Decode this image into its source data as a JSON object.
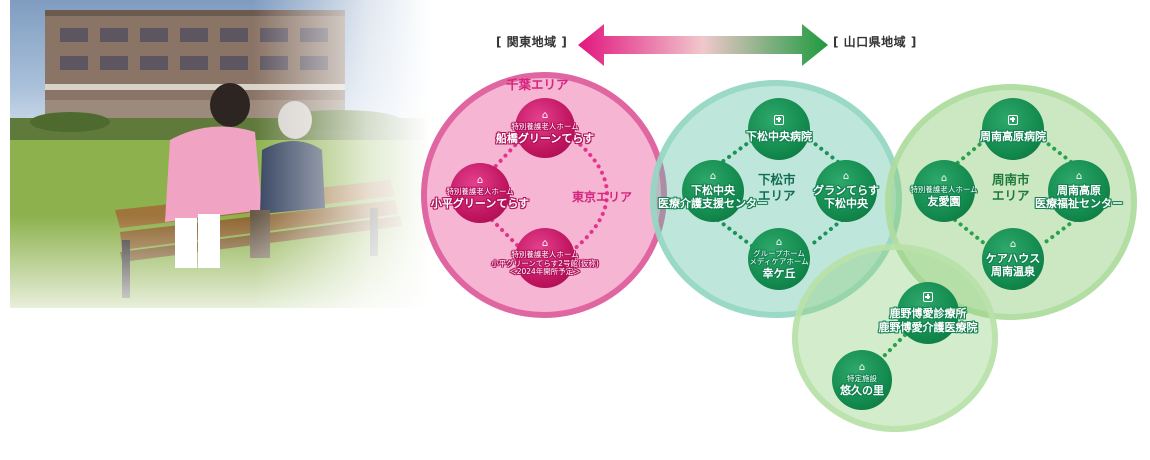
{
  "regions": {
    "left": "[ 関東地域 ]",
    "right": "[ 山口県地域 ]"
  },
  "colors": {
    "pink_accent": "#e066a2",
    "pink_node": "#c0155f",
    "green_node": "#138a4e",
    "teal_area": "#64c3aa",
    "green_area": "#8ccd78"
  },
  "areas": {
    "chiba": "千葉エリア",
    "tokyo": "東京エリア",
    "kudamatsu": [
      "下松市",
      "エリア"
    ],
    "shunan": [
      "周南市",
      "エリア"
    ]
  },
  "nodes": {
    "funabashi": {
      "icon": "house-icon",
      "sub": "特別養護老人ホーム",
      "main": "船橋グリーンてらす"
    },
    "kodaira": {
      "icon": "house-icon",
      "sub": "特別養護老人ホーム",
      "main": "小平グリーンてらす"
    },
    "kodaira2": {
      "icon": "house-icon",
      "sub": "特別養護老人ホーム",
      "main": "小平グリーンてらす2号館(仮称)",
      "note": "＜2024年開所予定＞"
    },
    "kudamatsu_hospital": {
      "icon": "cross-icon",
      "main": "下松中央病院"
    },
    "kudamatsu_center": {
      "icon": "house-icon",
      "main": "下松中央",
      "main2": "医療介護支援センター"
    },
    "grand_terrace": {
      "icon": "house-icon",
      "main": "グランてらす",
      "main2": "下松中央"
    },
    "kogaoka": {
      "icon": "house-icon",
      "sub": "グループホーム",
      "sub2": "メディケアホーム",
      "main": "幸ケ丘"
    },
    "shunan_hospital": {
      "icon": "cross-icon",
      "main": "周南高原病院"
    },
    "yuaien": {
      "icon": "house-icon",
      "sub": "特別養護老人ホーム",
      "main": "友愛園"
    },
    "shunan_center": {
      "icon": "house-icon",
      "main": "周南高原",
      "main2": "医療福祉センター"
    },
    "care_house": {
      "icon": "house-icon",
      "main": "ケアハウス",
      "main2": "周南温泉"
    },
    "kano_clinic": {
      "icon": "cross-icon",
      "main": "鹿野博愛診療所",
      "main2": "鹿野博愛介護医療院"
    },
    "yukyu": {
      "icon": "house-icon",
      "sub": "特定施設",
      "main": "悠久の里"
    }
  }
}
